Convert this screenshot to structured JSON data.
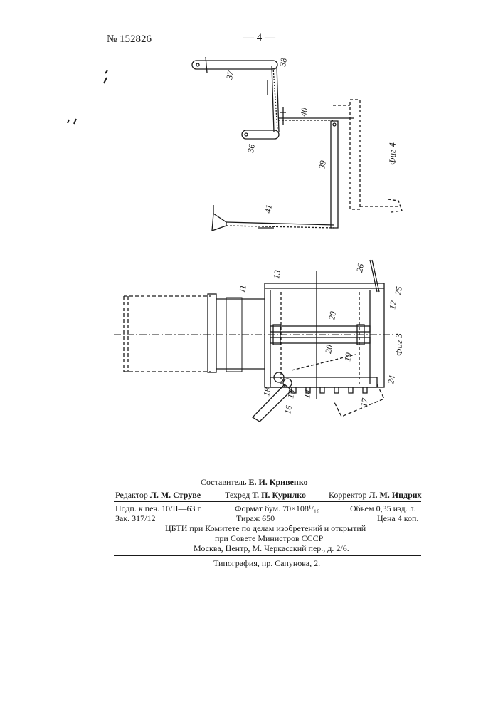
{
  "header": {
    "patent_number": "№ 152826",
    "page_number": "— 4 —"
  },
  "figures": {
    "fig4": {
      "caption": "Фиг 4",
      "labels": [
        "37",
        "38",
        "40",
        "36",
        "39",
        "41"
      ]
    },
    "fig3": {
      "caption": "Фиг 3",
      "labels": [
        "26",
        "13",
        "11",
        "25",
        "12",
        "20",
        "20",
        "19",
        "24",
        "17",
        "18",
        "15",
        "14",
        "16"
      ]
    }
  },
  "imprint": {
    "compiler_label": "Составитель",
    "compiler_name": "Е. И. Кривенко",
    "editor_label": "Редактор",
    "editor_name": "Л. М. Струве",
    "techred_label": "Техред",
    "techred_name": "Т. П. Курилко",
    "corrector_label": "Корректор",
    "corrector_name": "Л. М. Индрих",
    "signed_to_print": "Подп. к печ. 10/II—63 г.",
    "format": "Формат бум. 70×108¹/₁₆",
    "volume": "Объем 0,35 изд. л.",
    "order": "Зак. 317/12",
    "circulation": "Тираж 650",
    "price": "Цена 4 коп.",
    "org_line1": "ЦБТИ при Комитете по делам изобретений и открытий",
    "org_line2": "при Совете Министров СССР",
    "org_line3": "Москва, Центр, М. Черкасский пер., д. 2/6.",
    "printing_house": "Типография, пр. Сапунова, 2."
  },
  "colors": {
    "ink": "#1a1a1a",
    "paper": "#ffffff"
  }
}
